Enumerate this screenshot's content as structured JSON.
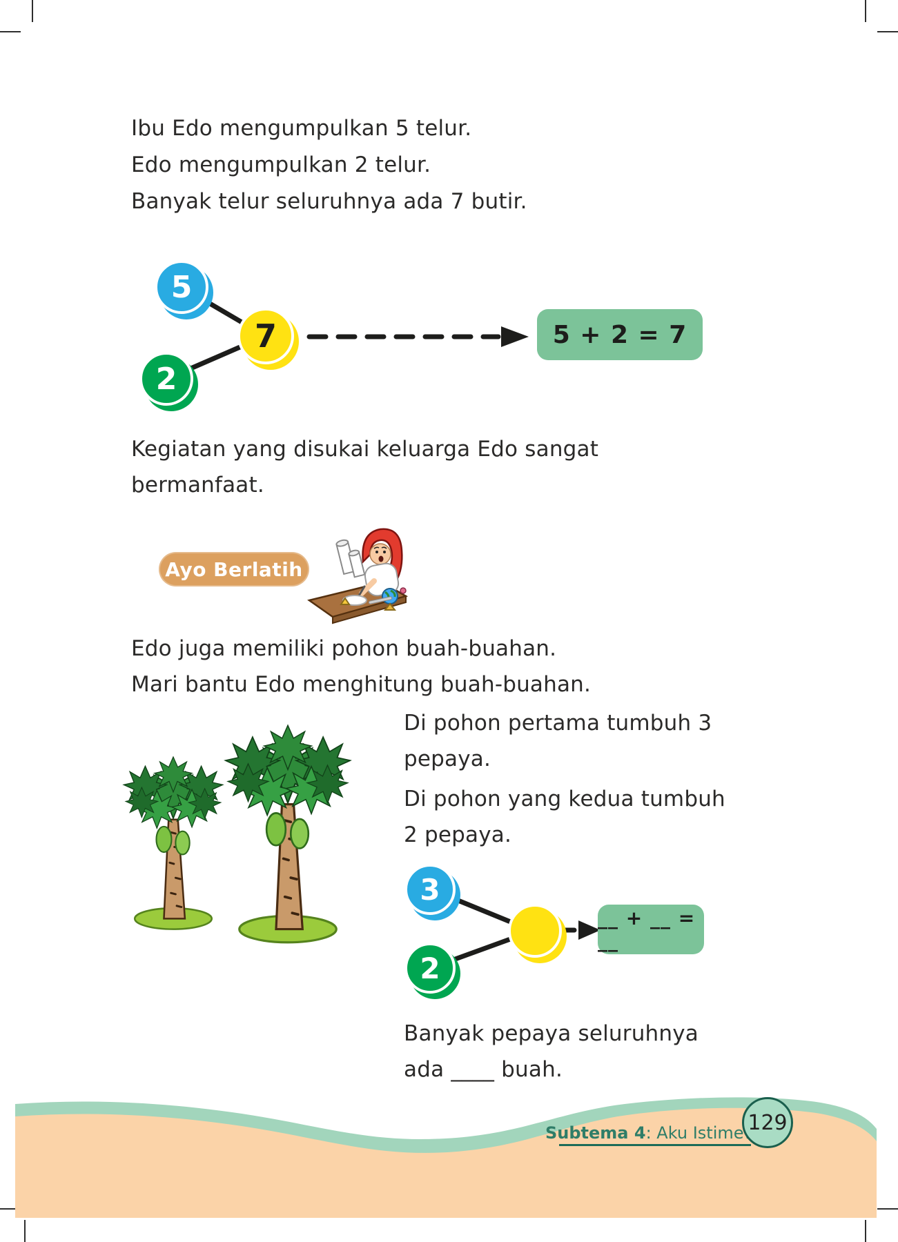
{
  "intro": {
    "line1": "Ibu Edo mengumpulkan 5 telur.",
    "line2": "Edo mengumpulkan 2 telur.",
    "line3": "Banyak telur seluruhnya ada 7 butir."
  },
  "bond_eggs": {
    "part_top": "5",
    "part_bottom": "2",
    "whole": "7",
    "equation": "5 + 2 = 7"
  },
  "para_kegiatan": {
    "line1": "Kegiatan yang disukai keluarga Edo sangat",
    "line2": "bermanfaat."
  },
  "badge": {
    "label": "Ayo Berlatih"
  },
  "para_pohon": {
    "line1": "Edo juga memiliki pohon buah-buahan.",
    "line2": "Mari bantu Edo menghitung buah-buahan."
  },
  "column": {
    "line1": "Di pohon pertama tumbuh 3",
    "line2": "pepaya.",
    "line3": "Di pohon yang kedua tumbuh",
    "line4": "2 pepaya."
  },
  "bond_pepaya": {
    "part_top": "3",
    "part_bottom": "2",
    "whole": "",
    "equation": "__ + __ = __"
  },
  "answer": {
    "line1": "Banyak pepaya seluruhnya",
    "line2": "ada ____ buah."
  },
  "footer": {
    "subtema_label": "Subtema 4",
    "subtema_title": ": Aku Istimewa",
    "page_number": "129"
  },
  "colors": {
    "part_top_circle": "#29ABE2",
    "part_bottom_circle": "#00A651",
    "whole_circle": "#FFE212",
    "equation_box": "#7CC399",
    "badge": "#DCA05F",
    "footer_text": "#2F7D68",
    "underline": "#1C6B58",
    "wave_teal": "#A2D5BC",
    "wave_peach": "#FBD3A8",
    "page_circle_fill": "#A9DCC4",
    "page_circle_border": "#1A5F4D",
    "body_text": "#2B2A29"
  }
}
